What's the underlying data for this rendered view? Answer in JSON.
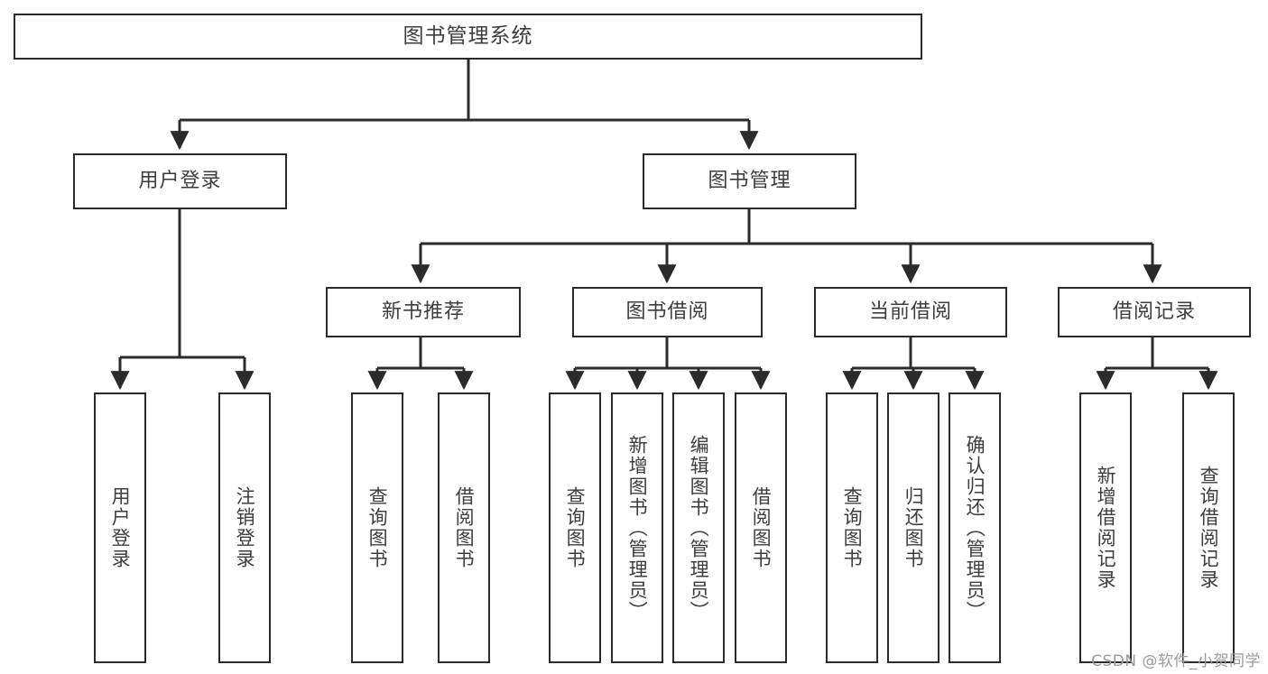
{
  "diagram": {
    "title": "图书管理系统",
    "type": "tree-hierarchy",
    "watermark": "CSDN @软件_小贺同学",
    "colors": {
      "border": "#2b2b2b",
      "text": "#3d3d3d",
      "background": "#ffffff",
      "watermark": "#9a9a9a"
    },
    "nodes": {
      "root": {
        "label": "图书管理系统"
      },
      "level2": [
        {
          "id": "user-login",
          "label": "用户登录"
        },
        {
          "id": "book-manage",
          "label": "图书管理"
        }
      ],
      "level3": [
        {
          "id": "new-book-recommend",
          "label": "新书推荐"
        },
        {
          "id": "book-borrow",
          "label": "图书借阅"
        },
        {
          "id": "current-borrow",
          "label": "当前借阅"
        },
        {
          "id": "borrow-record",
          "label": "借阅记录"
        }
      ],
      "leaves": {
        "user_login": [
          {
            "id": "leaf-user-login",
            "label": "用户登录"
          },
          {
            "id": "leaf-logout",
            "label": "注销登录"
          }
        ],
        "new_book_recommend": [
          {
            "id": "leaf-query-book-1",
            "label": "查询图书"
          },
          {
            "id": "leaf-borrow-book-1",
            "label": "借阅图书"
          }
        ],
        "book_borrow": [
          {
            "id": "leaf-query-book-2",
            "label": "查询图书"
          },
          {
            "id": "leaf-add-book",
            "label": "新增图书（管理员）"
          },
          {
            "id": "leaf-edit-book",
            "label": "编辑图书（管理员）"
          },
          {
            "id": "leaf-borrow-book-2",
            "label": "借阅图书"
          }
        ],
        "current_borrow": [
          {
            "id": "leaf-query-book-3",
            "label": "查询图书"
          },
          {
            "id": "leaf-return-book",
            "label": "归还图书"
          },
          {
            "id": "leaf-confirm-return",
            "label": "确认归还（管理员）"
          }
        ],
        "borrow_record": [
          {
            "id": "leaf-add-record",
            "label": "新增借阅记录"
          },
          {
            "id": "leaf-query-record",
            "label": "查询借阅记录"
          }
        ]
      }
    }
  }
}
